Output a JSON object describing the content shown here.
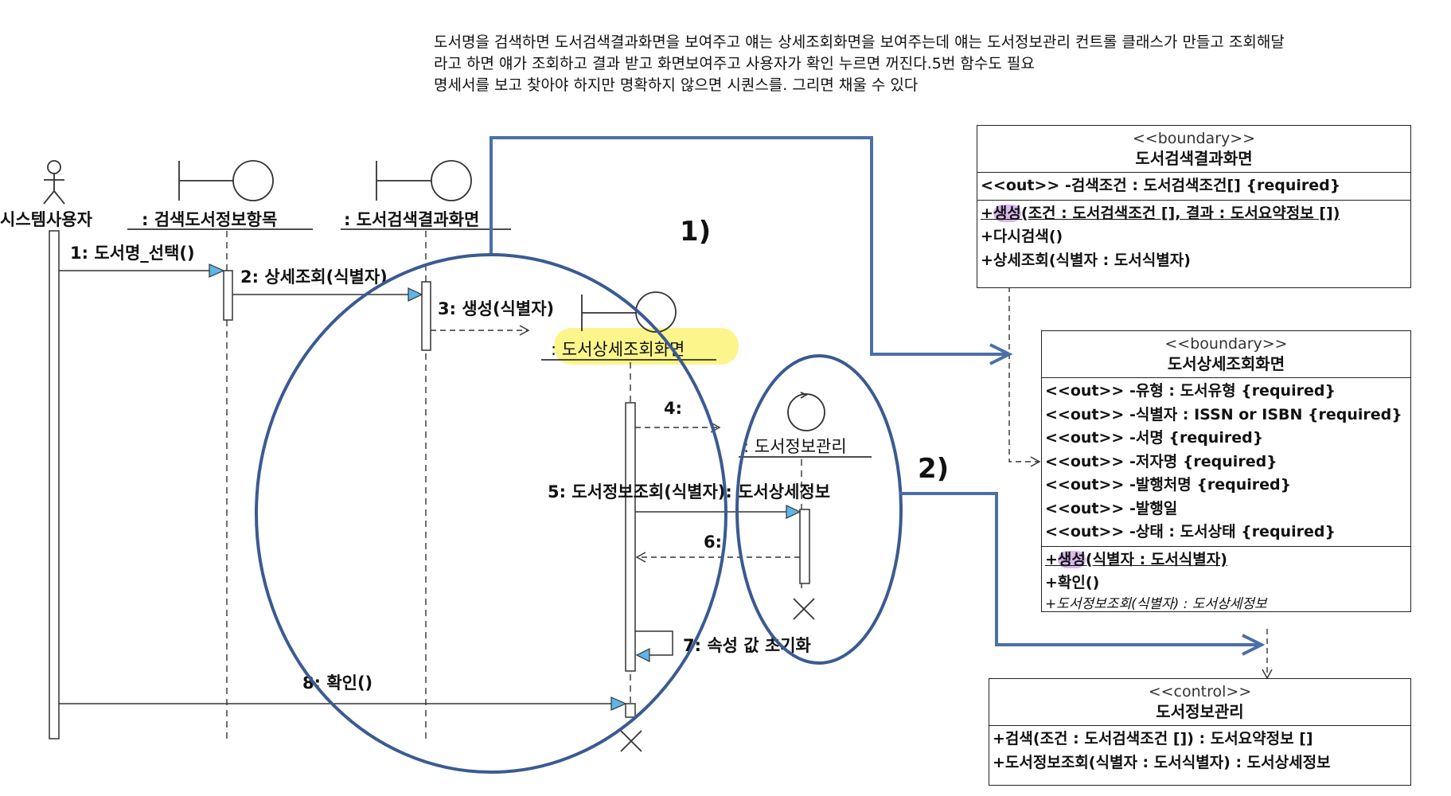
{
  "note": {
    "lines": [
      "도서명을 검색하면 도서검색결과화면을 보여주고 얘는 상세조회화면을 보여주는데 얘는 도서정보관리 컨트롤 클래스가 만들고 조회해달",
      "라고 하면 얘가 조회하고 결과 받고 화면보여주고 사용자가 확인 누르면 꺼진다.5번 함수도 필요",
      "명세서를 보고 찾아야 하지만 명확하지 않으면 시퀀스를. 그리면 채울 수 있다"
    ]
  },
  "sequence": {
    "lifelines": {
      "actor": "시스템사용자",
      "search_item": ": 검색도서정보항목",
      "result_screen": ": 도서검색결과화면",
      "detail_screen": ": 도서상세조회화면",
      "info_mgmt": ": 도서정보관리"
    },
    "messages": {
      "m1": "1: 도서명_선택()",
      "m2": "2: 상세조회(식별자)",
      "m3": "3: 생성(식별자)",
      "m4": "4:",
      "m5": "5: 도서정보조회(식별자): 도서상세정보",
      "m6": "6:",
      "m7": "7:  속성 값 초기화",
      "m8": "8: 확인()"
    },
    "annotations": {
      "a1": "1)",
      "a2": "2)"
    },
    "colors": {
      "highlight_yellow": "#fbf58c",
      "ellipse_blue": "#3b5a91",
      "arrow_blue": "#4a6fa8",
      "arrowhead_fill": "#5db5e8"
    }
  },
  "classes": {
    "result_screen": {
      "stereotype": "<<boundary>>",
      "name": "도서검색결과화면",
      "attributes": [
        "<<out>> -검색조건 : 도서검색조건[] {required}"
      ],
      "operations": [
        {
          "pre": "+",
          "hl": "생성",
          "rest": "(조건 : 도서검색조건 [], 결과 : 도서요약정보 [])"
        },
        {
          "text": "+다시검색()"
        },
        {
          "text": "+상세조회(식별자 : 도서식별자)"
        }
      ]
    },
    "detail_screen": {
      "stereotype": "<<boundary>>",
      "name": "도서상세조회화면",
      "attributes": [
        "<<out>> -유형 : 도서유형 {required}",
        "<<out>> -식별자 : ISSN or ISBN {required}",
        "<<out>> -서명 {required}",
        "<<out>> -저자명 {required}",
        "<<out>> -발행처명 {required}",
        "<<out>> -발행일",
        "<<out>> -상태 : 도서상태 {required}"
      ],
      "operations": [
        {
          "pre": "+",
          "hl": "생성",
          "rest": "(식별자 : 도서식별자)"
        },
        {
          "text": "+확인()"
        }
      ],
      "handwritten": "+도서정보조회(식별자) : 도서상세정보"
    },
    "info_mgmt": {
      "stereotype": "<<control>>",
      "name": "도서정보관리",
      "operations": [
        "+검색(조건 : 도서검색조건 []) : 도서요약정보 []",
        "+도서정보조회(식별자 : 도서식별자) : 도서상세정보"
      ]
    }
  }
}
